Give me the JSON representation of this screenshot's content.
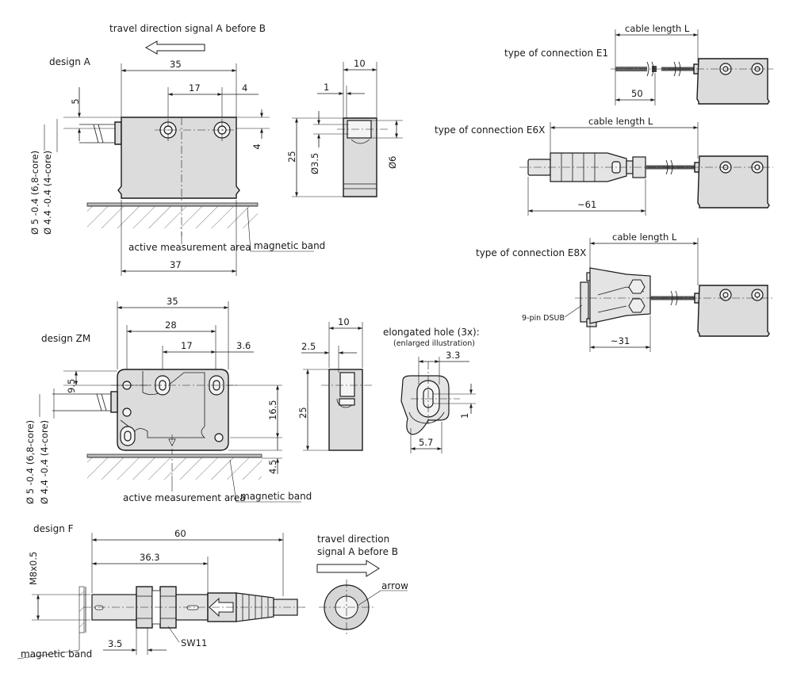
{
  "top": {
    "travel_direction": "travel direction signal A before B"
  },
  "design_a": {
    "title": "design A",
    "dims": {
      "d35": "35",
      "d17": "17",
      "d4a": "4",
      "d5": "5",
      "d4b": "4",
      "d37": "37",
      "d10": "10",
      "d1": "1",
      "d25": "25",
      "d3_5": "Ø3.5",
      "d6": "Ø6"
    },
    "cable_dia_1": "Ø 5 -0.4 (6,8-core)",
    "cable_dia_2": "Ø 4.4 -0.4 (4-core)",
    "active_area": "active measurement area",
    "magnetic_band": "magnetic band"
  },
  "connections": {
    "e1": {
      "title": "type of connection E1",
      "cable_length": "cable length L",
      "d50": "50"
    },
    "e6x": {
      "title": "type of connection E6X",
      "cable_length": "cable length L",
      "d61": "~61"
    },
    "e8x": {
      "title": "type of connection E8X",
      "cable_length": "cable length L",
      "d31": "~31",
      "dsub": "9-pin DSUB"
    }
  },
  "design_zm": {
    "title": "design ZM",
    "dims": {
      "d35": "35",
      "d28": "28",
      "d17": "17",
      "d3_6": "3.6",
      "d9_5": "9.5",
      "d16_5": "16.5",
      "d4_5": "4.5",
      "d10": "10",
      "d2_5": "2.5",
      "d25": "25"
    },
    "cable_dia_1": "Ø 5 -0.4 (6,8-core)",
    "cable_dia_2": "Ø 4.4 -0.4 (4-core)",
    "active_area": "active measurement area",
    "magnetic_band": "magnetic band"
  },
  "elongated_hole": {
    "title": "elongated hole (3x):",
    "subtitle": "(enlarged illustration)",
    "d3_3": "3.3",
    "d1": "1",
    "d5_7": "5.7"
  },
  "design_f": {
    "title": "design F",
    "dims": {
      "d60": "60",
      "d36_3": "36.3",
      "d3_5": "3.5",
      "m8": "M8x0.5",
      "sw11": "SW11"
    },
    "magnetic_band": "magnetic band",
    "travel_direction_1": "travel direction",
    "travel_direction_2": "signal A before B",
    "arrow": "arrow"
  }
}
